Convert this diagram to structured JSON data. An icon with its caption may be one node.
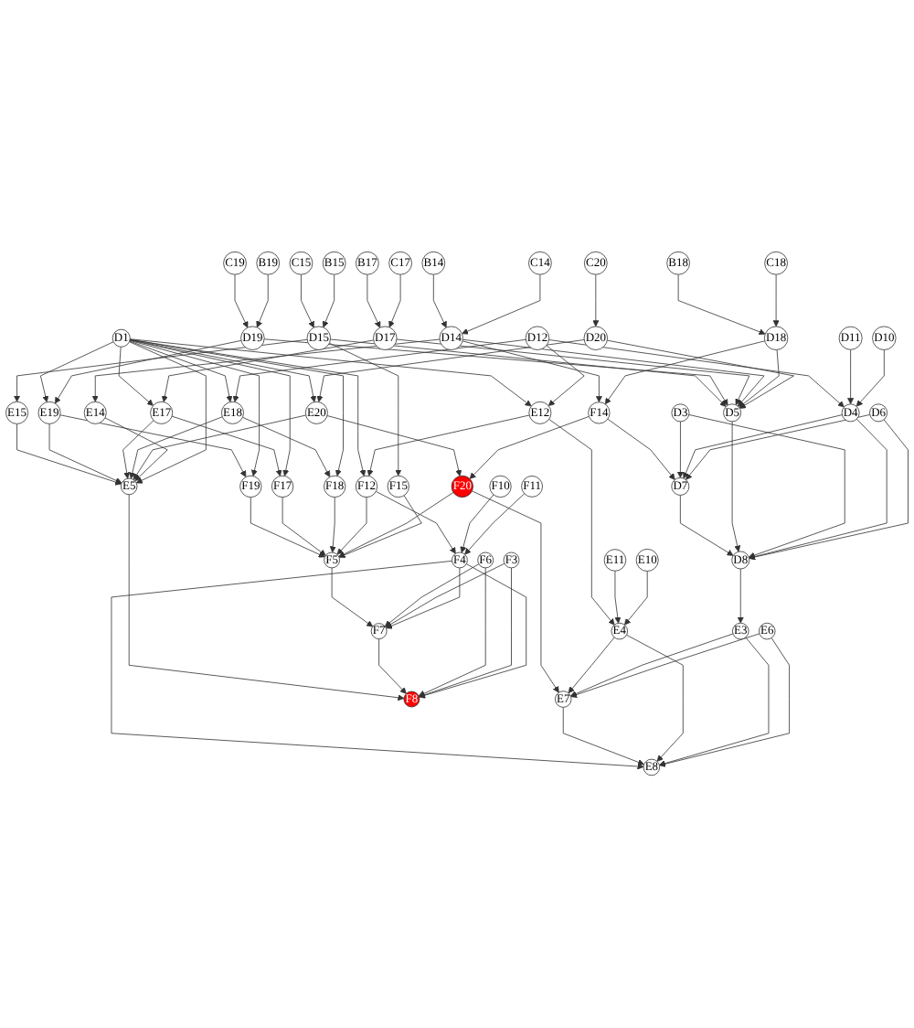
{
  "diagram": {
    "nodes": [
      {
        "text": [
          "C20"
        ]
      },
      {
        "text": [
          "C18"
        ]
      },
      {
        "text": [
          "B18"
        ]
      },
      {
        "text": [
          "C14"
        ]
      },
      {
        "text": [
          "B14"
        ]
      },
      {
        "text": [
          "C17"
        ]
      },
      {
        "text": [
          "B17"
        ]
      },
      {
        "text": [
          "B19"
        ]
      },
      {
        "text": [
          "C19"
        ]
      },
      {
        "text": [
          "B15"
        ]
      },
      {
        "text": [
          "C15"
        ]
      },
      {
        "text": [
          "D10"
        ]
      },
      {
        "text": [
          "D11"
        ]
      },
      {
        "text": [
          "D12"
        ]
      },
      {
        "text": [
          "D20"
        ]
      },
      {
        "text": [
          "D18"
        ]
      },
      {
        "text": [
          "D14"
        ]
      },
      {
        "text": [
          "D17"
        ]
      },
      {
        "text": [
          "D19"
        ]
      },
      {
        "text": [
          "D15"
        ]
      },
      {
        "text": [
          "D6"
        ]
      },
      {
        "text": [
          "D4"
        ]
      },
      {
        "text": [
          "D3"
        ]
      },
      {
        "text": [
          "E14"
        ]
      },
      {
        "text": [
          "F14"
        ]
      },
      {
        "text": [
          "D5"
        ]
      },
      {
        "text": [
          "E15"
        ]
      },
      {
        "text": [
          "F15"
        ]
      },
      {
        "text": [
          "D7"
        ]
      },
      {
        "text": [
          "D1"
        ]
      },
      {
        "text": [
          "D8"
        ]
      },
      {
        "text": [
          "E10"
        ]
      },
      {
        "text": [
          "E11"
        ]
      },
      {
        "text": [
          "E12"
        ]
      },
      {
        "text": [
          "E20"
        ]
      },
      {
        "text": [
          "E18"
        ]
      },
      {
        "text": [
          "E17"
        ]
      },
      {
        "text": [
          "E19"
        ]
      },
      {
        "text": [
          "E6"
        ]
      },
      {
        "text": [
          "E3"
        ]
      },
      {
        "text": [
          "E4"
        ]
      },
      {
        "text": [
          "F11"
        ]
      },
      {
        "text": [
          "F10"
        ]
      },
      {
        "text": [
          "F12"
        ]
      },
      {
        "text": [
          "F20"
        ]
      },
      {
        "text": [
          "E5"
        ]
      },
      {
        "text": [
          "F18"
        ]
      },
      {
        "text": [
          "F17"
        ]
      },
      {
        "text": [
          "F19"
        ]
      },
      {
        "text": [
          "E7"
        ]
      },
      {
        "text": [
          "F4"
        ]
      },
      {
        "text": [
          "F5"
        ]
      },
      {
        "text": [
          "E8"
        ]
      },
      {
        "text": [
          "F3"
        ]
      },
      {
        "text": [
          "F6"
        ]
      },
      {
        "text": [
          "F7"
        ]
      },
      {
        "text": [
          "F8"
        ]
      }
    ],
    "edges": [
      {
        "from": 0,
        "to": 14,
        "arrow": "to"
      },
      {
        "from": 1,
        "to": 15,
        "arrow": "to"
      },
      {
        "from": 2,
        "to": 15,
        "arrow": "to"
      },
      {
        "from": 3,
        "to": 16,
        "arrow": "to"
      },
      {
        "from": 4,
        "to": 16,
        "arrow": "to"
      },
      {
        "from": 5,
        "to": 17,
        "arrow": "to"
      },
      {
        "from": 6,
        "to": 17,
        "arrow": "to"
      },
      {
        "from": 7,
        "to": 18,
        "arrow": "to"
      },
      {
        "from": 8,
        "to": 18,
        "arrow": "to"
      },
      {
        "from": 9,
        "to": 19,
        "arrow": "to"
      },
      {
        "from": 10,
        "to": 19,
        "arrow": "to"
      },
      {
        "from": 11,
        "to": 21,
        "arrow": "to"
      },
      {
        "from": 12,
        "to": 21,
        "arrow": "to"
      },
      {
        "from": 13,
        "to": 21,
        "arrow": "to"
      },
      {
        "from": 13,
        "to": 33,
        "arrow": "to"
      },
      {
        "from": 13,
        "to": 35,
        "arrow": "to"
      },
      {
        "from": 14,
        "to": 34,
        "arrow": "to"
      },
      {
        "from": 14,
        "to": 25,
        "arrow": "to"
      },
      {
        "from": 15,
        "to": 24,
        "arrow": "to"
      },
      {
        "from": 15,
        "to": 25,
        "arrow": "to"
      },
      {
        "from": 16,
        "to": 23,
        "arrow": "to"
      },
      {
        "from": 16,
        "to": 24,
        "arrow": "to"
      },
      {
        "from": 16,
        "to": 25,
        "arrow": "to"
      },
      {
        "from": 17,
        "to": 25,
        "arrow": "to"
      },
      {
        "from": 17,
        "to": 36,
        "arrow": "to"
      },
      {
        "from": 18,
        "to": 25,
        "arrow": "to"
      },
      {
        "from": 18,
        "to": 37,
        "arrow": "to"
      },
      {
        "from": 19,
        "to": 25,
        "arrow": "to"
      },
      {
        "from": 19,
        "to": 26,
        "arrow": "to"
      },
      {
        "from": 19,
        "to": 27,
        "arrow": "to"
      },
      {
        "from": 20,
        "to": 28,
        "arrow": "to"
      },
      {
        "from": 20,
        "to": 30,
        "arrow": "to"
      },
      {
        "from": 21,
        "to": 28,
        "arrow": "to"
      },
      {
        "from": 21,
        "to": 30,
        "arrow": "to"
      },
      {
        "from": 22,
        "to": 28,
        "arrow": "to"
      },
      {
        "from": 22,
        "to": 30,
        "arrow": "to"
      },
      {
        "from": 24,
        "to": 28,
        "arrow": "to"
      },
      {
        "from": 25,
        "to": 30,
        "arrow": "to"
      },
      {
        "from": 28,
        "to": 30,
        "arrow": "to"
      },
      {
        "from": 30,
        "to": 39,
        "arrow": "to"
      },
      {
        "from": 31,
        "to": 40,
        "arrow": "to"
      },
      {
        "from": 32,
        "to": 40,
        "arrow": "to"
      },
      {
        "from": 33,
        "to": 40,
        "arrow": "to"
      },
      {
        "from": 33,
        "to": 43,
        "arrow": "to"
      },
      {
        "from": 29,
        "to": 33,
        "arrow": "to"
      },
      {
        "from": 29,
        "to": 34,
        "arrow": "to"
      },
      {
        "from": 29,
        "to": 35,
        "arrow": "to"
      },
      {
        "from": 29,
        "to": 36,
        "arrow": "to"
      },
      {
        "from": 29,
        "to": 37,
        "arrow": "to"
      },
      {
        "from": 29,
        "to": 43,
        "arrow": "to"
      },
      {
        "from": 29,
        "to": 45,
        "arrow": "to"
      },
      {
        "from": 29,
        "to": 46,
        "arrow": "to"
      },
      {
        "from": 29,
        "to": 47,
        "arrow": "to"
      },
      {
        "from": 29,
        "to": 48,
        "arrow": "to"
      },
      {
        "from": 23,
        "to": 45,
        "arrow": "to"
      },
      {
        "from": 24,
        "to": 44,
        "arrow": "to"
      },
      {
        "from": 34,
        "to": 44,
        "arrow": "to"
      },
      {
        "from": 34,
        "to": 45,
        "arrow": "to"
      },
      {
        "from": 35,
        "to": 45,
        "arrow": "to"
      },
      {
        "from": 35,
        "to": 46,
        "arrow": "to"
      },
      {
        "from": 36,
        "to": 45,
        "arrow": "to"
      },
      {
        "from": 36,
        "to": 47,
        "arrow": "to"
      },
      {
        "from": 37,
        "to": 45,
        "arrow": "to"
      },
      {
        "from": 37,
        "to": 48,
        "arrow": "to"
      },
      {
        "from": 26,
        "to": 45,
        "arrow": "to"
      },
      {
        "from": 27,
        "to": 51,
        "arrow": "to"
      },
      {
        "from": 38,
        "to": 49,
        "arrow": "to"
      },
      {
        "from": 38,
        "to": 52,
        "arrow": "to"
      },
      {
        "from": 39,
        "to": 49,
        "arrow": "to"
      },
      {
        "from": 39,
        "to": 52,
        "arrow": "to"
      },
      {
        "from": 40,
        "to": 49,
        "arrow": "to"
      },
      {
        "from": 40,
        "to": 52,
        "arrow": "to"
      },
      {
        "from": 41,
        "to": 50,
        "arrow": "to"
      },
      {
        "from": 42,
        "to": 50,
        "arrow": "to"
      },
      {
        "from": 43,
        "to": 50,
        "arrow": "to"
      },
      {
        "from": 44,
        "to": 49,
        "arrow": "to"
      },
      {
        "from": 44,
        "to": 51,
        "arrow": "to"
      },
      {
        "from": 43,
        "to": 51,
        "arrow": "to"
      },
      {
        "from": 46,
        "to": 51,
        "arrow": "to"
      },
      {
        "from": 47,
        "to": 51,
        "arrow": "to"
      },
      {
        "from": 48,
        "to": 51,
        "arrow": "to"
      },
      {
        "from": 49,
        "to": 52,
        "arrow": "to"
      },
      {
        "from": 50,
        "to": 52,
        "arrow": "to"
      },
      {
        "from": 50,
        "to": 55,
        "arrow": "to"
      },
      {
        "from": 50,
        "to": 56,
        "arrow": "to"
      },
      {
        "from": 53,
        "to": 55,
        "arrow": "to"
      },
      {
        "from": 53,
        "to": 56,
        "arrow": "to"
      },
      {
        "from": 54,
        "to": 55,
        "arrow": "to"
      },
      {
        "from": 54,
        "to": 56,
        "arrow": "to"
      },
      {
        "from": 55,
        "to": 56,
        "arrow": "to"
      },
      {
        "from": 51,
        "to": 55,
        "arrow": "to"
      },
      {
        "from": 45,
        "to": 56,
        "arrow": "to"
      }
    ]
  }
}
